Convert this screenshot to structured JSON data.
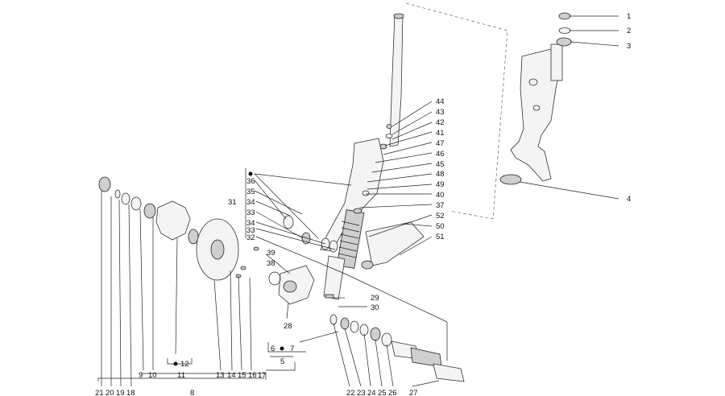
{
  "callouts": {
    "n1": "1",
    "n2": "2",
    "n3": "3",
    "n4": "4",
    "n5": "5",
    "n6": "6",
    "n7": "7",
    "n8": "8",
    "n9": "9",
    "n10": "10",
    "n11": "11",
    "n12": "12",
    "n13": "13",
    "n14": "14",
    "n15": "15",
    "n16": "16",
    "n17": "17",
    "n18": "18",
    "n19": "19",
    "n20": "20",
    "n21": "21",
    "n22": "22",
    "n23": "23",
    "n24": "24",
    "n25": "25",
    "n26": "26",
    "n27": "27",
    "n28": "28",
    "n29": "29",
    "n30": "30",
    "n31": "31",
    "n32": "32",
    "n33": "33",
    "n33b": "33",
    "n34": "34",
    "n34b": "34",
    "n35": "35",
    "n36": "36",
    "n37": "37",
    "n38": "38",
    "n39": "39",
    "n40": "40",
    "n41": "41",
    "n42": "42",
    "n43": "43",
    "n44": "44",
    "n45": "45",
    "n46": "46",
    "n47": "47",
    "n48": "48",
    "n49": "49",
    "n50": "50",
    "n51": "51",
    "n52": "52"
  }
}
